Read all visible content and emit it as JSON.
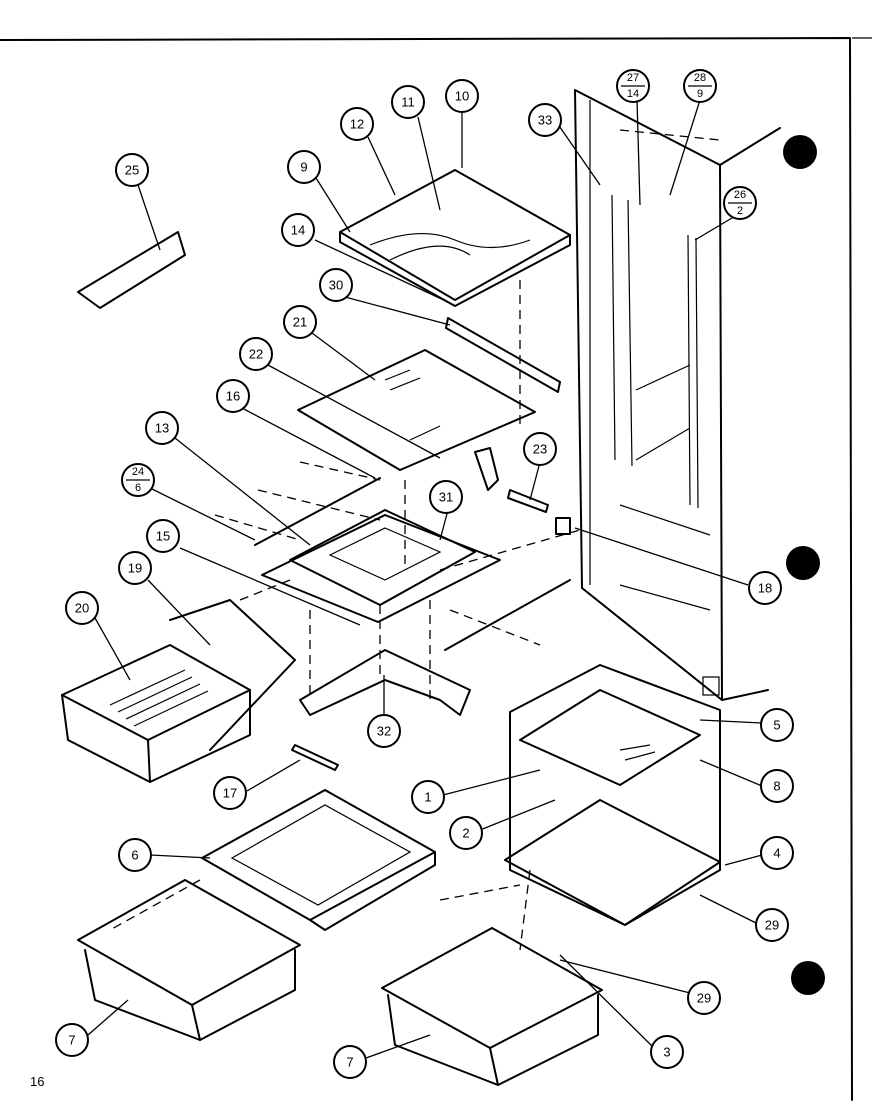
{
  "page_number": "16",
  "callouts": [
    {
      "id": "c1",
      "label": "1"
    },
    {
      "id": "c2",
      "label": "2"
    },
    {
      "id": "c3",
      "label": "3"
    },
    {
      "id": "c4",
      "label": "4"
    },
    {
      "id": "c5",
      "label": "5"
    },
    {
      "id": "c6",
      "label": "6"
    },
    {
      "id": "c7a",
      "label": "7"
    },
    {
      "id": "c7b",
      "label": "7"
    },
    {
      "id": "c8",
      "label": "8"
    },
    {
      "id": "c9",
      "label": "9"
    },
    {
      "id": "c10",
      "label": "10"
    },
    {
      "id": "c11",
      "label": "11"
    },
    {
      "id": "c12",
      "label": "12"
    },
    {
      "id": "c13",
      "label": "13"
    },
    {
      "id": "c14",
      "label": "14"
    },
    {
      "id": "c15",
      "label": "15"
    },
    {
      "id": "c16",
      "label": "16"
    },
    {
      "id": "c17",
      "label": "17"
    },
    {
      "id": "c18",
      "label": "18"
    },
    {
      "id": "c19",
      "label": "19"
    },
    {
      "id": "c20",
      "label": "20"
    },
    {
      "id": "c21",
      "label": "21"
    },
    {
      "id": "c22",
      "label": "22"
    },
    {
      "id": "c23",
      "label": "23"
    },
    {
      "id": "c25",
      "label": "25"
    },
    {
      "id": "c29a",
      "label": "29"
    },
    {
      "id": "c29b",
      "label": "29"
    },
    {
      "id": "c30",
      "label": "30"
    },
    {
      "id": "c31",
      "label": "31"
    },
    {
      "id": "c32",
      "label": "32"
    },
    {
      "id": "c33",
      "label": "33"
    }
  ],
  "fraction_callouts": [
    {
      "id": "f24",
      "top": "24",
      "bottom": "6"
    },
    {
      "id": "f26",
      "top": "26",
      "bottom": "2"
    },
    {
      "id": "f27",
      "top": "27",
      "bottom": "14"
    },
    {
      "id": "f28",
      "top": "28",
      "bottom": "9"
    }
  ]
}
